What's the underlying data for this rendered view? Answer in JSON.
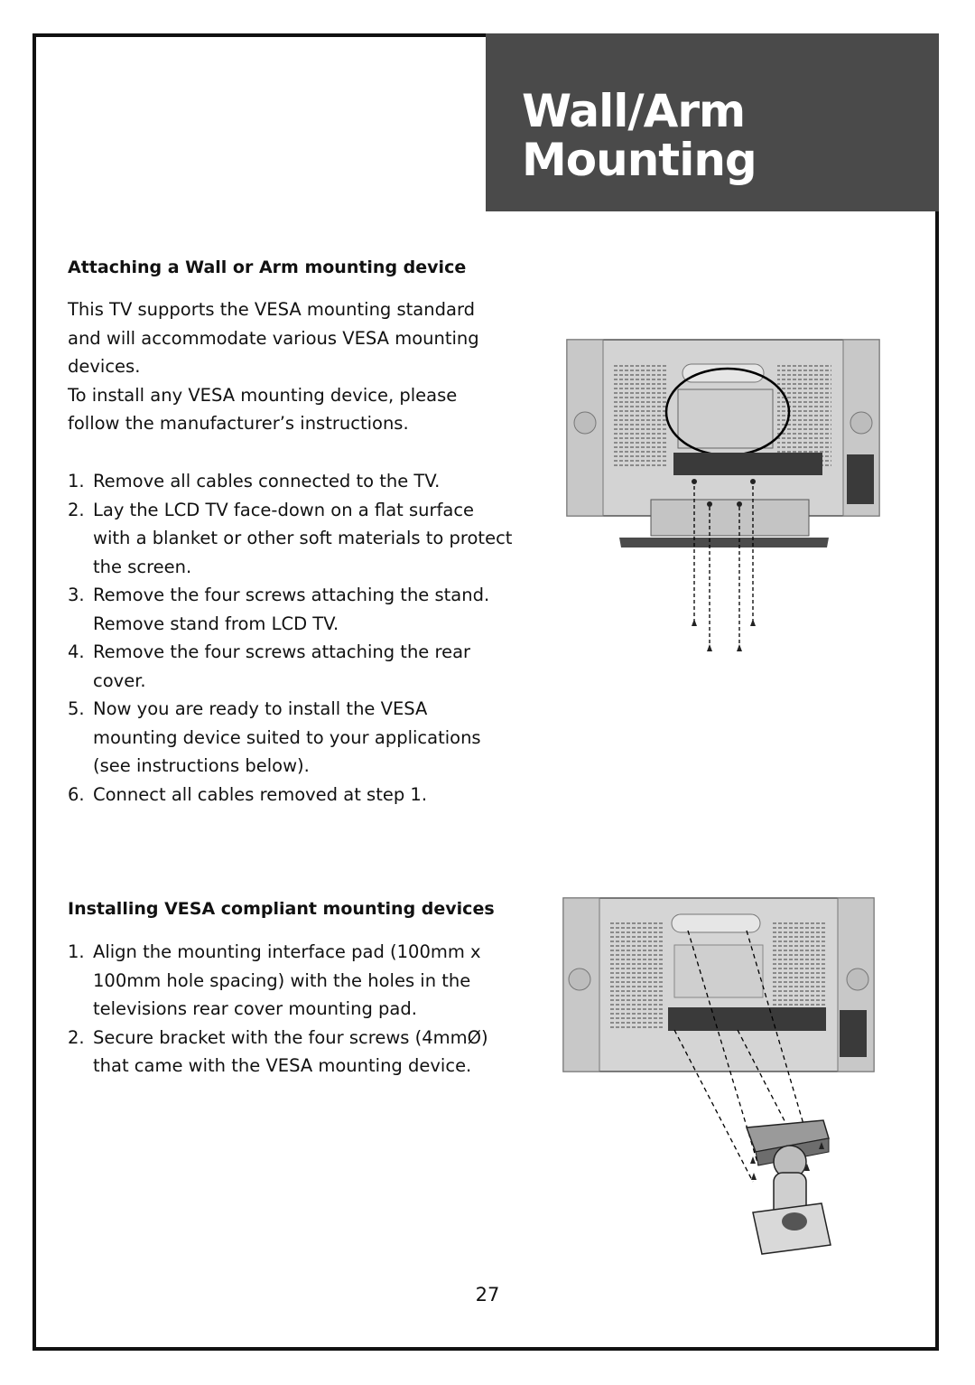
{
  "header": {
    "title_line1": "Wall/Arm",
    "title_line2": "Mounting"
  },
  "section1": {
    "heading": "Attaching a Wall or Arm mounting device",
    "intro": [
      "This TV supports the VESA mounting standard",
      "and will accommodate various VESA mounting",
      "devices.",
      "To install any VESA mounting device, please",
      "follow the manufacturer’s instructions."
    ],
    "steps": [
      {
        "num": "1.",
        "lines": [
          "Remove all cables connected to the TV."
        ]
      },
      {
        "num": "2.",
        "lines": [
          "Lay the LCD TV face-down on a flat surface",
          "with a blanket or other soft materials to protect",
          "the screen."
        ]
      },
      {
        "num": "3.",
        "lines": [
          "Remove the four screws attaching the stand.",
          "Remove stand from LCD TV."
        ]
      },
      {
        "num": "4.",
        "lines": [
          "Remove the four screws attaching the rear",
          "cover."
        ]
      },
      {
        "num": "5.",
        "lines": [
          "Now you are ready to install the VESA",
          "mounting device suited to your applications",
          "(see instructions below)."
        ]
      },
      {
        "num": "6.",
        "lines": [
          "Connect all cables removed at step 1."
        ]
      }
    ]
  },
  "section2": {
    "heading": "Installing VESA compliant mounting devices",
    "steps": [
      {
        "num": "1.",
        "lines": [
          "Align the mounting interface pad (100mm x",
          "100mm hole spacing) with the holes in the",
          "televisions rear cover mounting pad."
        ]
      },
      {
        "num": "2.",
        "lines": [
          "Secure bracket with the four screws (4mmØ)",
          "that came with the VESA mounting device."
        ]
      }
    ]
  },
  "page_number": "27"
}
